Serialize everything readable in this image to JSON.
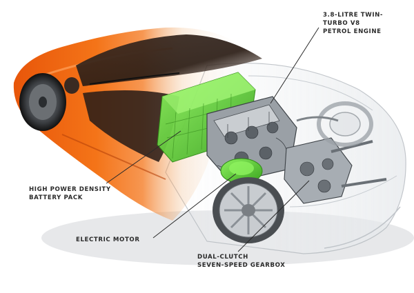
{
  "labels": {
    "engine": {
      "line1": "3.8-LITRE TWIN-",
      "line2": "TURBO V8",
      "line3": "PETROL ENGINE"
    },
    "battery": {
      "line1": "HIGH POWER DENSITY",
      "line2": "BATTERY PACK"
    },
    "motor": {
      "line1": "ELECTRIC MOTOR"
    },
    "gearbox": {
      "line1": "DUAL-CLUTCH",
      "line2": "SEVEN-SPEED GEARBOX"
    }
  },
  "colors": {
    "body_orange": "#f26a12",
    "body_orange_dark": "#b8420a",
    "battery_green": "#5fd13a",
    "motor_green": "#4fc02c",
    "ghost_grey": "#d9dde0",
    "leader": "#2a2a2a"
  }
}
